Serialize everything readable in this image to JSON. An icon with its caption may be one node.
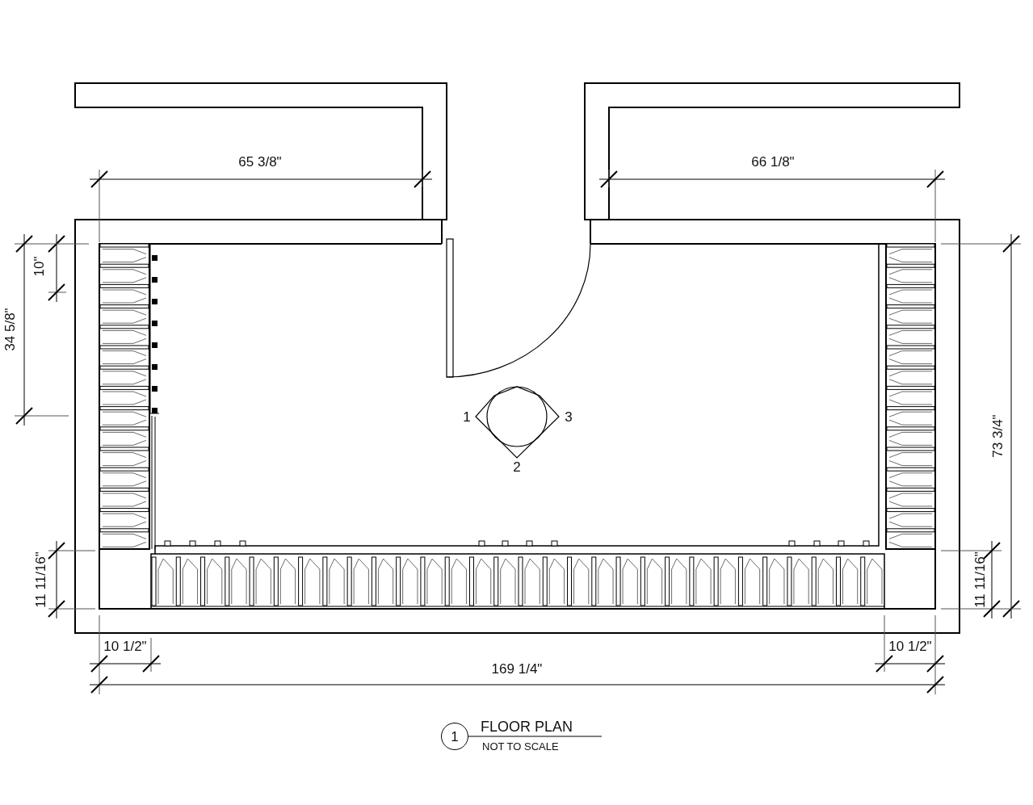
{
  "diagram": {
    "title": "FLOOR PLAN",
    "caption": "NOT TO SCALE",
    "labels": [
      "65 3/8\"",
      "66 1/8\"",
      "10\"",
      "34 5/8\"",
      "73 3/4\"",
      "1",
      "3",
      "2",
      "11 11/16\"",
      "11 11/16\"",
      "10 1/2\"",
      "10 1/2\"",
      "169 1/4\"",
      "1"
    ]
  }
}
